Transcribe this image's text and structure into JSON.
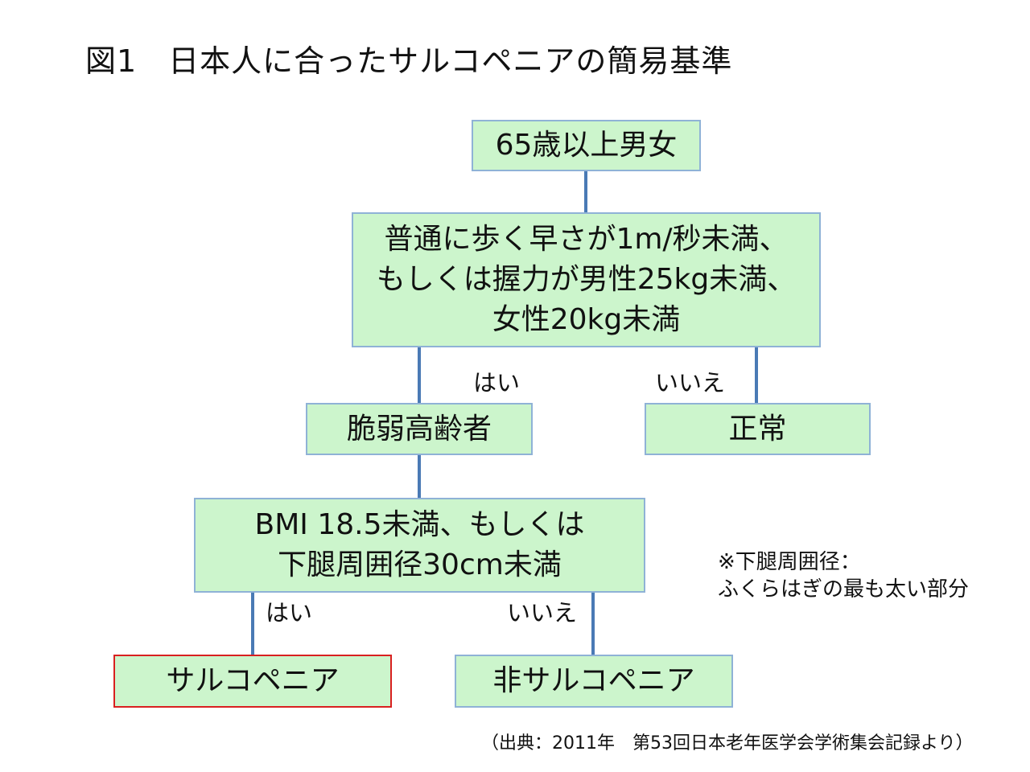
{
  "title": "図1　日本人に合ったサルコペニアの簡易基準",
  "nodes": {
    "start": {
      "text": "65歳以上男女"
    },
    "criteria1": {
      "lines": [
        "普通に歩く早さが1m/秒未満、",
        "もしくは握力が男性25kg未満、",
        "女性20kg未満"
      ]
    },
    "frail": {
      "text": "脆弱高齢者"
    },
    "normal": {
      "text": "正常"
    },
    "criteria2": {
      "lines": [
        "BMI 18.5未満、もしくは",
        "下腿周囲径30cm未満"
      ]
    },
    "sarcopenia": {
      "text": "サルコペニア"
    },
    "non_sarcopenia": {
      "text": "非サルコペニア"
    }
  },
  "branch_labels": {
    "criteria1_yes": "はい",
    "criteria1_no": "いいえ",
    "criteria2_yes": "はい",
    "criteria2_no": "いいえ"
  },
  "note": {
    "lines": [
      "※下腿周囲径：",
      "ふくらはぎの最も太い部分"
    ]
  },
  "source": "（出典：2011年　第53回日本老年医学会学術集会記録より）",
  "colors": {
    "box_fill": "#ccf5cc",
    "box_border": "#8fb2d6",
    "connector": "#4a7ab5",
    "highlight_border": "#d92020"
  }
}
